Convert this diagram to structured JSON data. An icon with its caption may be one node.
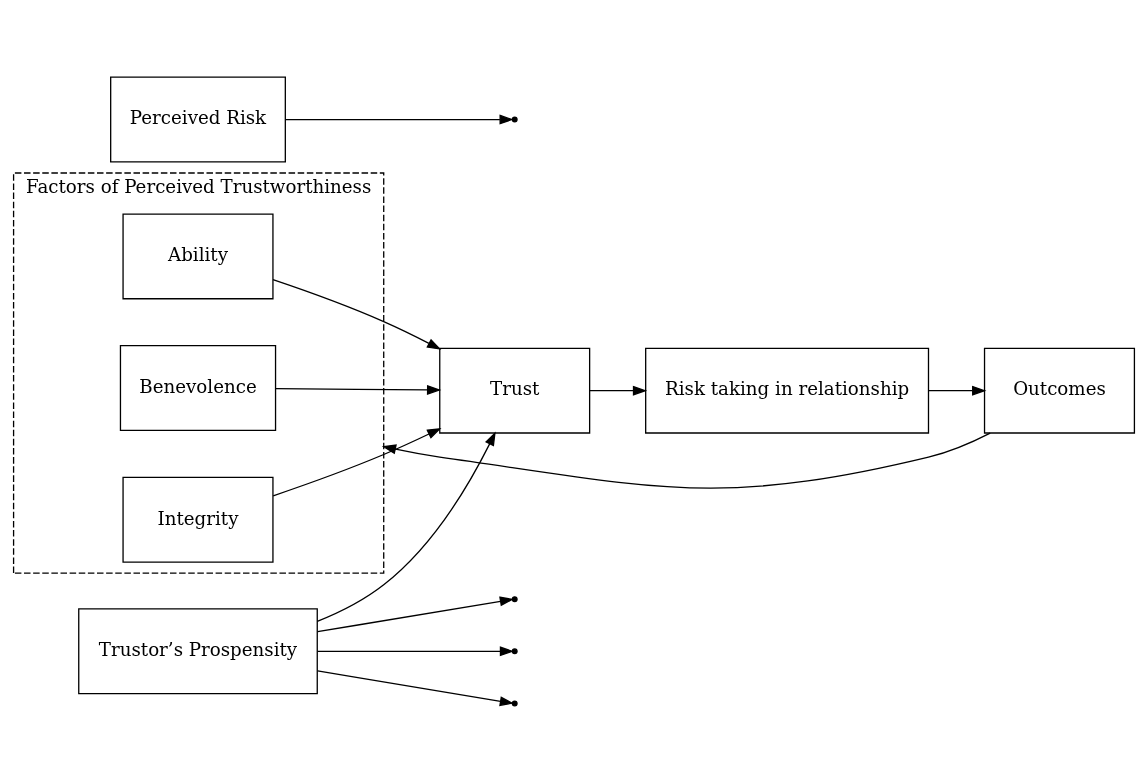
{
  "diagram": {
    "nodes": [
      {
        "text": [
          "Factors of Perceived Trustworthiness"
        ]
      },
      {
        "text": [
          "Ability"
        ],
        "in": 0
      },
      {
        "text": [
          "Benevolence"
        ],
        "in": 0
      },
      {
        "text": [
          "Integrity"
        ],
        "in": 0
      },
      {
        "text": [
          "Perceived Risk"
        ]
      },
      {
        "text": [
          "Trust"
        ]
      },
      {
        "text": [
          "Risk taking in relationship"
        ]
      },
      {
        "text": [
          "Outcomes"
        ]
      },
      {
        "text": [
          "Trustor’s Prospensity"
        ]
      }
    ],
    "edges": [
      {
        "from": 1,
        "to": 5,
        "arrow": "to"
      },
      {
        "from": 2,
        "to": 5,
        "arrow": "to"
      },
      {
        "from": 3,
        "to": 5,
        "arrow": "to"
      },
      {
        "from": 4,
        "to": null,
        "arrow": "to"
      },
      {
        "from": 5,
        "to": 6,
        "arrow": "to"
      },
      {
        "from": 6,
        "to": 7,
        "arrow": "to"
      },
      {
        "from": 8,
        "to": null,
        "arrow": "to"
      },
      {
        "from": 8,
        "to": null,
        "arrow": "to"
      },
      {
        "from": 8,
        "to": null,
        "arrow": "to"
      },
      {
        "from": 8,
        "to": 5,
        "arrow": "to"
      },
      {
        "from": 7,
        "to": 0,
        "arrow": "to"
      }
    ]
  }
}
